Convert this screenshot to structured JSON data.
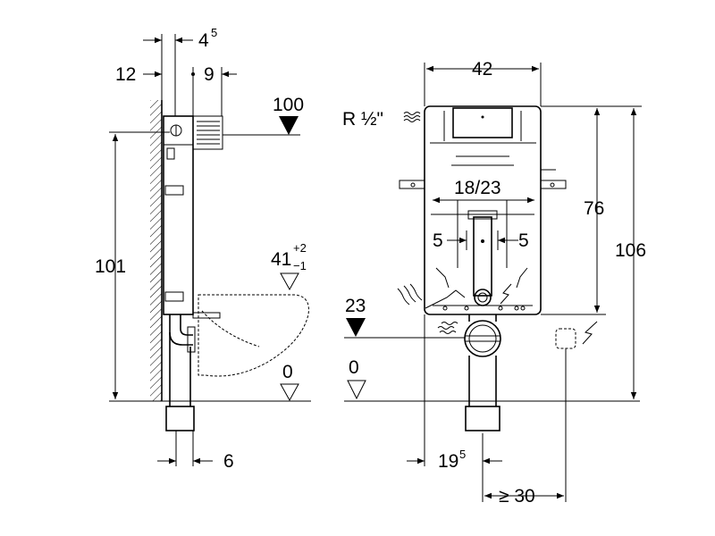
{
  "side_view": {
    "dims": {
      "d12": "12",
      "d4": "4",
      "d4_sup": "5",
      "d9": "9",
      "d100": "100",
      "d101": "101",
      "d41": "41",
      "d41_sup": "+2",
      "d41_sub": "−1",
      "d0": "0",
      "d6": "6"
    }
  },
  "front_view": {
    "dims": {
      "d42": "42",
      "r_half": "R ½\"",
      "d18_23": "18/23",
      "d76": "76",
      "d106": "106",
      "d5_left": "5",
      "d5_right": "5",
      "d23": "23",
      "d0": "0",
      "d19": "19",
      "d19_sup": "5",
      "d30": "≥ 30"
    }
  }
}
